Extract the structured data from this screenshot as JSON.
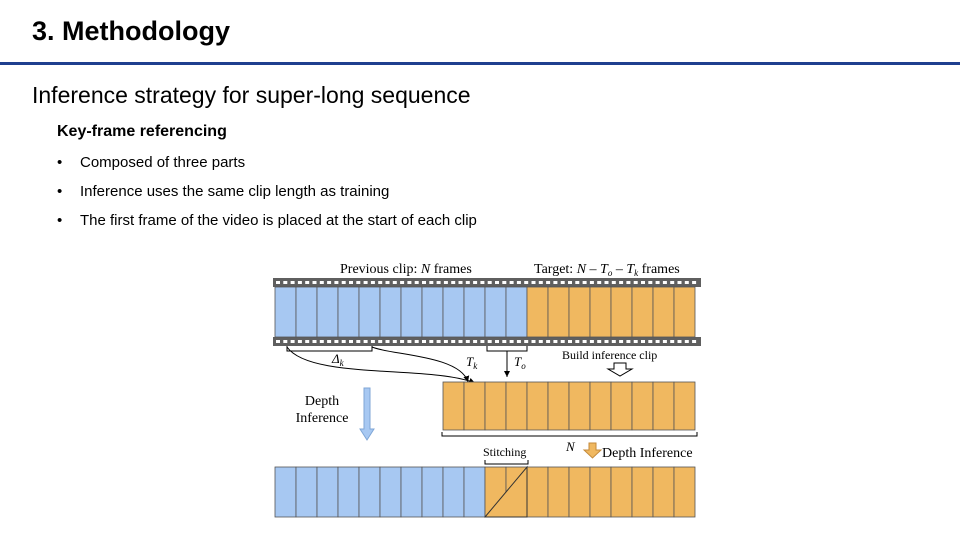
{
  "slide": {
    "title": "3. Methodology",
    "subtitle": "Inference strategy for super-long sequence",
    "section": "Key-frame referencing",
    "bullet_marker": "•",
    "bullets": [
      "Composed of three parts",
      "Inference uses the same clip length as training",
      "The first frame of the video is placed at the start of each clip"
    ]
  },
  "diagram": {
    "prev_clip_label_prefix": "Previous clip: ",
    "prev_clip_label_var": "N",
    "prev_clip_label_suffix": " frames",
    "target_label_prefix": "Target: ",
    "target_label_n": "N",
    "target_label_minus": " – ",
    "target_label_t": "T",
    "target_label_sub_o": "o",
    "target_label_sub_k": "k",
    "target_label_suffix": " frames",
    "delta_symbol": "Δ",
    "delta_sub": "k",
    "tk_symbol": "T",
    "tk_sub": "k",
    "to_symbol": "T",
    "to_sub": "o",
    "build_label": "Build inference clip",
    "depth_inference_line1": "Depth",
    "depth_inference_line2": "Inference",
    "stitching_label": "Stitching",
    "n_label": "N",
    "depth_inference_right": "Depth Inference",
    "colors": {
      "blue_frame": "#a7c8f2",
      "orange_frame": "#f0b860",
      "film_strip": "#5f5f5f",
      "title_rule": "#1f3f8f"
    }
  }
}
